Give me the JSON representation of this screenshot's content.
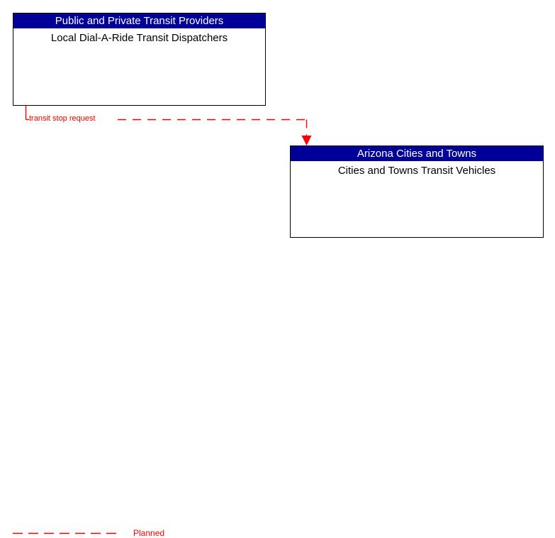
{
  "diagram": {
    "type": "transit-architecture-interconnect",
    "background_color": "#ffffff",
    "boxes": [
      {
        "id": "dispatchers",
        "stakeholder": "Public and Private Transit Providers",
        "element": "Local Dial-A-Ride Transit Dispatchers",
        "title_bg": "#000099",
        "title_color": "#ffffff",
        "body_color": "#000000",
        "border_color": "#000000"
      },
      {
        "id": "vehicles",
        "stakeholder": "Arizona Cities and Towns",
        "element": "Cities and Towns Transit Vehicles",
        "title_bg": "#000099",
        "title_color": "#ffffff",
        "body_color": "#000000",
        "border_color": "#000000"
      }
    ],
    "flows": [
      {
        "id": "transit-stop-request",
        "label": "transit stop request",
        "from": "dispatchers",
        "to": "vehicles",
        "status": "Planned",
        "color": "#ff0000",
        "style": "dashed",
        "arrow": "down"
      }
    ]
  },
  "legend": {
    "items": [
      {
        "id": "planned",
        "label": "Planned",
        "color": "#ff0000",
        "style": "dashed"
      }
    ]
  }
}
